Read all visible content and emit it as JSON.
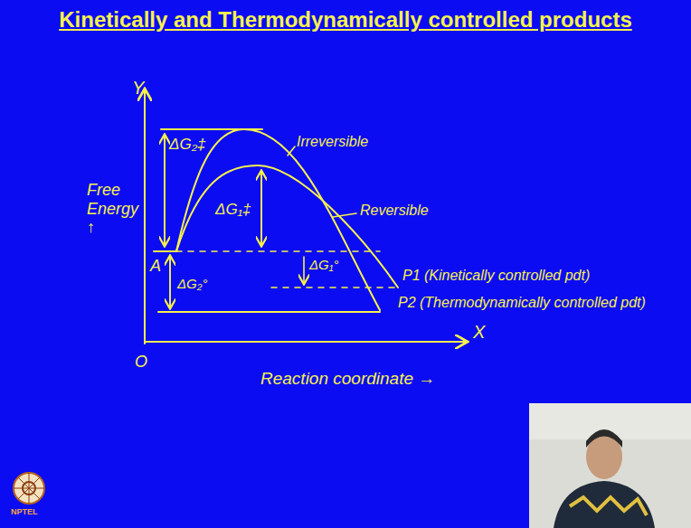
{
  "diagram": {
    "title": "Kinetically and Thermodynamically controlled products",
    "labels": [
      "Y",
      "X",
      "O",
      "Free Energy ↑",
      "Reaction coordinate →",
      "ΔG₂‡",
      "ΔG₁‡",
      "ΔG₁°",
      "ΔG₂°",
      "A",
      "Irreversible",
      "Reversible",
      "P1 (Kinetically controlled pdt)",
      "P2 (Thermodynamically controlled pdt)",
      "NPTEL"
    ]
  }
}
